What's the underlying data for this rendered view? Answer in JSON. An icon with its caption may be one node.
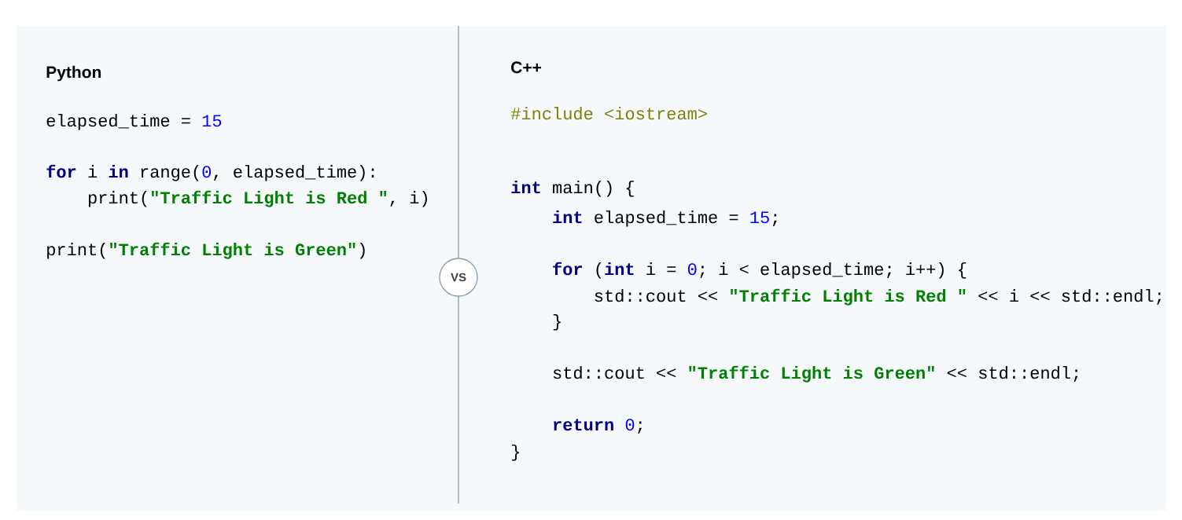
{
  "diagram": {
    "nodes": [
      {
        "text": [
          "VS"
        ]
      }
    ],
    "labels": [
      "Python",
      "elapsed_time =",
      "15",
      "for",
      "i",
      "in",
      "range(",
      "0",
      ", elapsed_time):",
      "print(",
      "\"Traffic Light is Red \"",
      ", i)",
      "print(",
      "\"Traffic Light is Green\"",
      ")",
      "C++",
      "#include <iostream>",
      "int",
      "main() {",
      "int",
      "elapsed_time =",
      "15",
      ";",
      "for",
      "(",
      "int",
      "i =",
      "0",
      "; i < elapsed_time; i++) {",
      "std::cout <<",
      "\"Traffic Light is Red \"",
      "<< i << std::endl;",
      "}",
      "std::cout <<",
      "\"Traffic Light is Green\"",
      "<< std::endl;",
      "return",
      "0",
      ";",
      "}"
    ]
  }
}
